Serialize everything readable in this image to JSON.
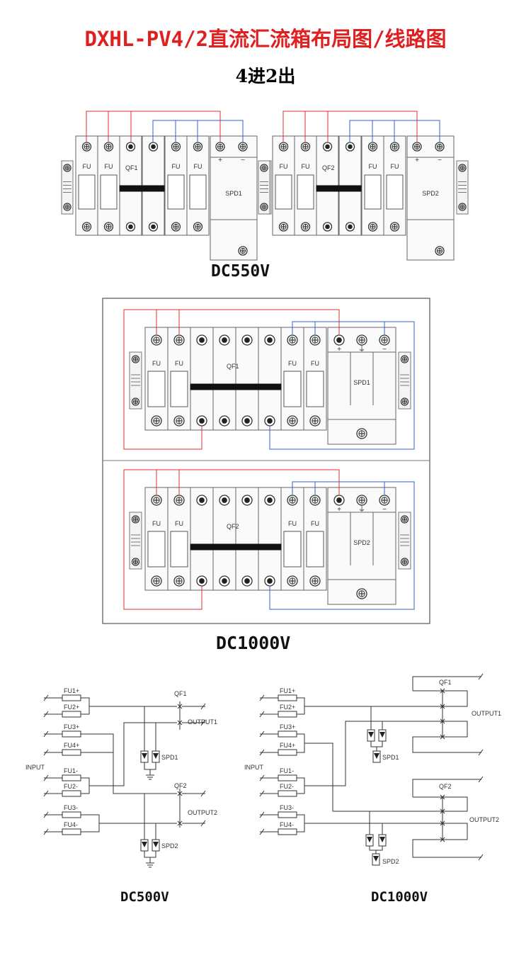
{
  "header": {
    "title": "DXHL-PV4/2直流汇流箱布局图/线路图",
    "subtitle": "4进2出"
  },
  "layout_diagram": {
    "caption": "DC550V",
    "units": [
      {
        "fuse_labels": [
          "FU",
          "FU",
          "FU",
          "FU"
        ],
        "breaker_label": "QF1",
        "spd_label": "SPD1",
        "polarity": [
          "+",
          "−"
        ]
      },
      {
        "fuse_labels": [
          "FU",
          "FU",
          "FU",
          "FU"
        ],
        "breaker_label": "QF2",
        "spd_label": "SPD2",
        "polarity": [
          "+",
          "−"
        ]
      }
    ]
  },
  "layout_diagram_hv": {
    "caption": "DC1000V",
    "units": [
      {
        "fuse_labels": [
          "FU",
          "FU",
          "FU",
          "FU"
        ],
        "breaker_label": "QF1",
        "spd_label": "SPD1",
        "polarity": [
          "+",
          "⏚",
          "−"
        ]
      },
      {
        "fuse_labels": [
          "FU",
          "FU",
          "FU",
          "FU"
        ],
        "breaker_label": "QF2",
        "spd_label": "SPD2",
        "polarity": [
          "+",
          "⏚",
          "−"
        ]
      }
    ]
  },
  "wiring_diagram": {
    "caption": "DC500V",
    "fuses": [
      "FU1+",
      "FU2+",
      "FU3+",
      "FU4+",
      "FU1-",
      "FU2-",
      "FU3-",
      "FU4-"
    ],
    "input_label": "INPUT",
    "breakers": [
      "QF1",
      "QF2"
    ],
    "outputs": [
      "OUTPUT1",
      "OUTPUT2"
    ],
    "spds": [
      "SPD1",
      "SPD2"
    ]
  },
  "wiring_diagram_hv": {
    "caption": "DC1000V",
    "fuses": [
      "FU1+",
      "FU2+",
      "FU3+",
      "FU4+",
      "FU1-",
      "FU2-",
      "FU3-",
      "FU4-"
    ],
    "input_label": "INPUT",
    "breakers": [
      "QF1",
      "QF2"
    ],
    "outputs": [
      "OUTPUT1",
      "OUTPUT2"
    ],
    "spds": [
      "SPD1",
      "SPD2"
    ]
  },
  "colors": {
    "title": "#e02020",
    "positive_wire": "#e03030",
    "negative_wire": "#3060c8",
    "line": "#333333"
  }
}
